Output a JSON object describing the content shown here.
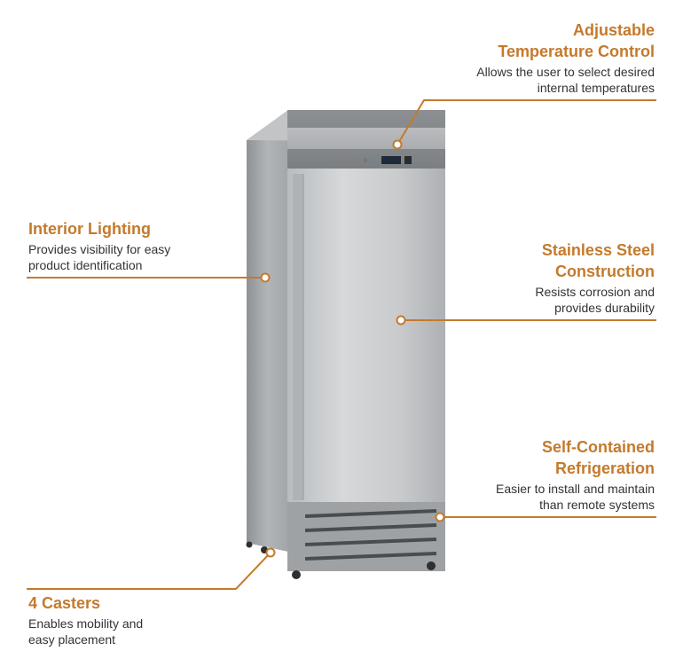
{
  "accent_color": "#c47a2c",
  "features": {
    "temperature": {
      "title_line1": "Adjustable",
      "title_line2": "Temperature Control",
      "desc_line1": "Allows the user to select desired",
      "desc_line2": "internal temperatures"
    },
    "lighting": {
      "title": "Interior Lighting",
      "desc_line1": "Provides visibility for easy",
      "desc_line2": "product identification"
    },
    "steel": {
      "title_line1": "Stainless Steel",
      "title_line2": "Construction",
      "desc_line1": "Resists corrosion and",
      "desc_line2": "provides durability"
    },
    "refrigeration": {
      "title_line1": "Self-Contained",
      "title_line2": "Refrigeration",
      "desc_line1": "Easier to install and maintain",
      "desc_line2": "than remote systems"
    },
    "casters": {
      "title": "4 Casters",
      "desc_line1": "Enables mobility and",
      "desc_line2": "easy placement"
    }
  }
}
